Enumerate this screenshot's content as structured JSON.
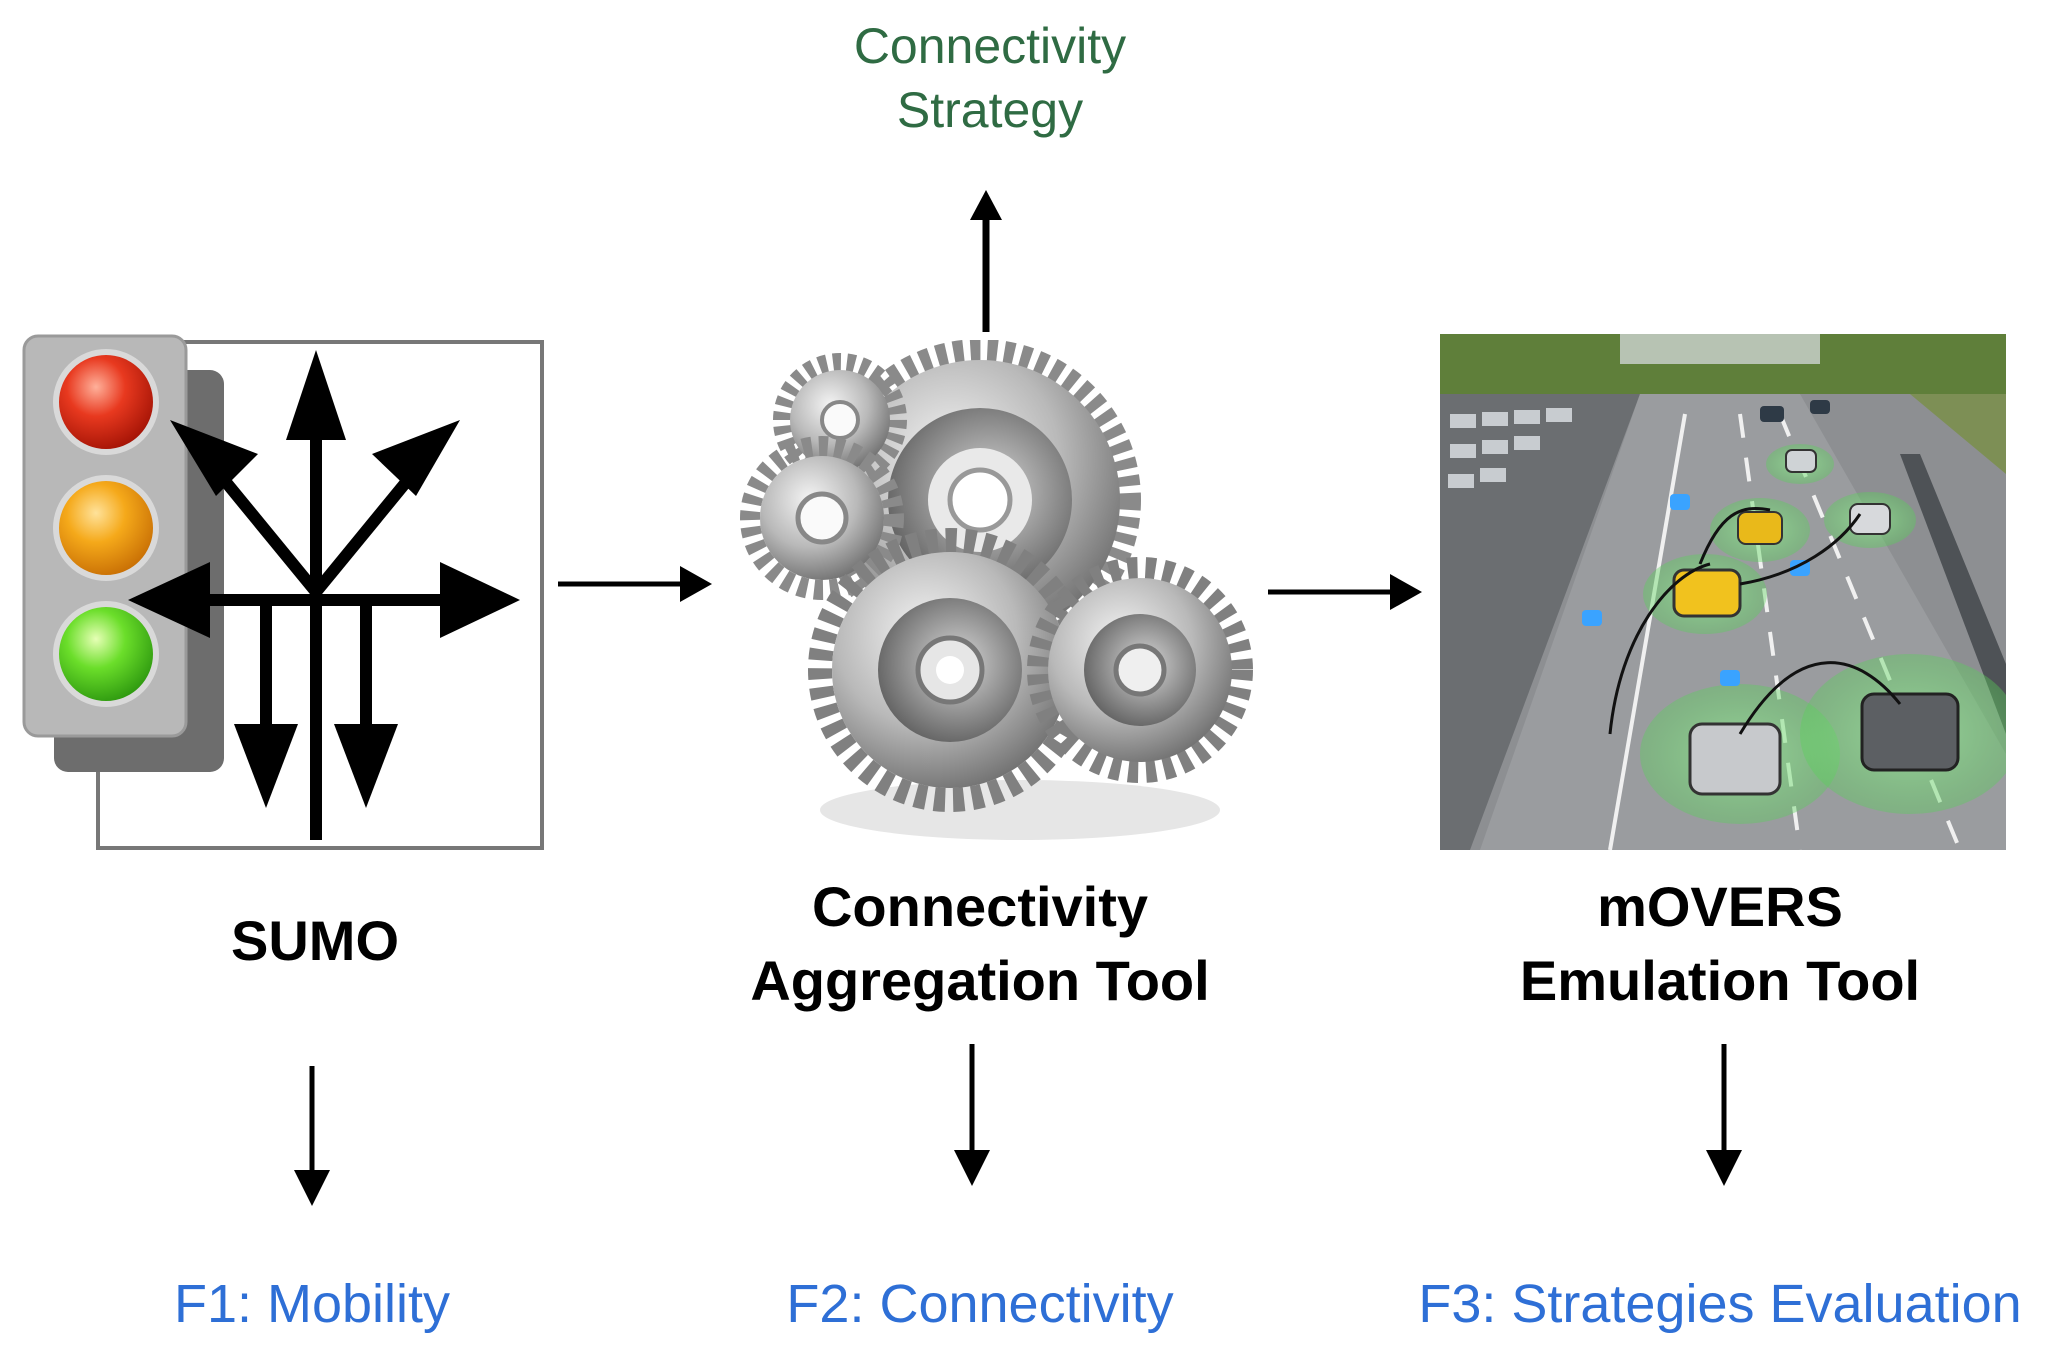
{
  "output_top": {
    "label_line1": "Connectivity",
    "label_line2": "Strategy"
  },
  "nodes": {
    "sumo": {
      "title": "SUMO",
      "icon": "traffic-light-arrows-icon"
    },
    "aggregation": {
      "title_line1": "Connectivity",
      "title_line2": "Aggregation Tool",
      "icon": "gears-icon"
    },
    "movers": {
      "title_line1": "mOVERS",
      "title_line2": "Emulation Tool",
      "icon": "connected-vehicles-road-image"
    }
  },
  "outputs": {
    "f1": "F1: Mobility",
    "f2": "F2: Connectivity",
    "f3": "F3: Strategies Evaluation"
  },
  "colors": {
    "output_label": "#2e6fd6",
    "strategy_label": "#2f6b43",
    "arrow": "#000000",
    "light_red": "#e0331f",
    "light_amber": "#f5a31a",
    "light_green": "#5ed62e",
    "signal_ring": "#7de37d"
  }
}
